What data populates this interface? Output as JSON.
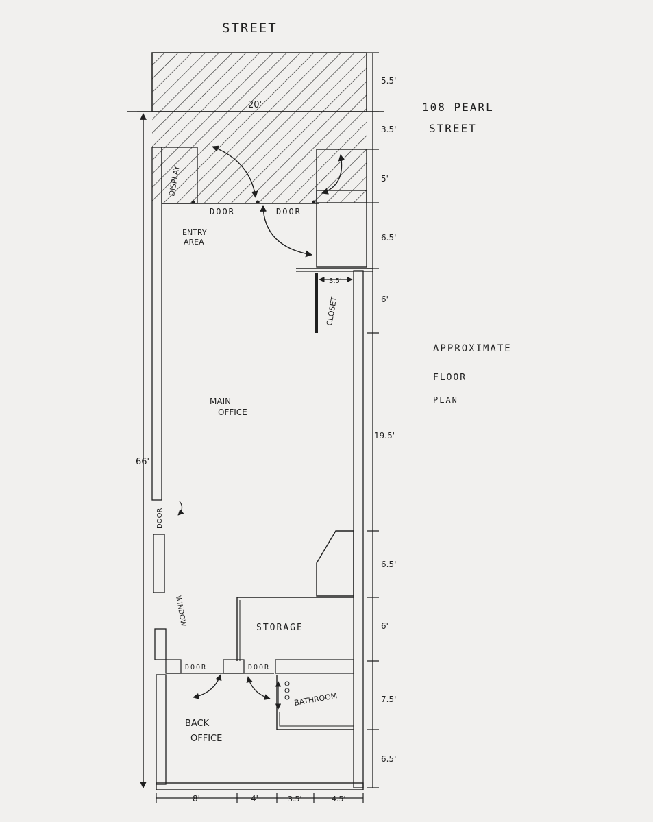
{
  "street_label": "STREET",
  "address": {
    "line1": "108 PEARL",
    "line2": "STREET"
  },
  "caption": {
    "line1": "APPROXIMATE",
    "line2": "FLOOR",
    "line3": "PLAN"
  },
  "rooms": {
    "entry": {
      "line1": "ENTRY",
      "line2": "AREA"
    },
    "main": {
      "line1": "MAIN",
      "line2": "OFFICE"
    },
    "storage": "STORAGE",
    "bathroom": "BATHROOM",
    "back": {
      "line1": "BACK",
      "line2": "OFFICE"
    },
    "closet": "CLOSET",
    "display": "DISPLAY"
  },
  "openings": {
    "front_door_left": "DOOR",
    "front_door_right": "DOOR",
    "side_door": "DOOR",
    "window": "WINDOW",
    "back_door_left": "DOOR",
    "back_door_right": "DOOR"
  },
  "dimensions": {
    "width_top": "20'",
    "total_length": "66'",
    "right_side": [
      "5.5'",
      "3.5'",
      "5'",
      "6.5'",
      "6'",
      "19.5'",
      "6.5'",
      "6'",
      "7.5'",
      "6.5'"
    ],
    "closet_width": "3.5'",
    "bottom": [
      "8'",
      "4'",
      "3.5'",
      "4.5'"
    ]
  }
}
